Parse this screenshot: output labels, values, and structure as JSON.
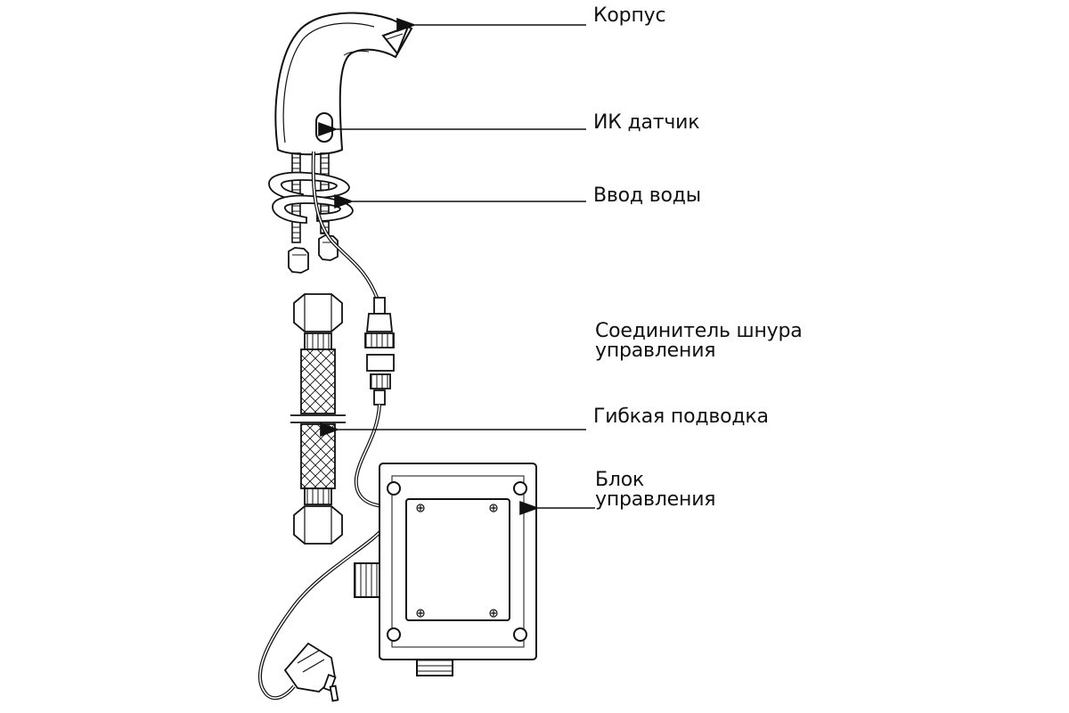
{
  "labels": {
    "body": "Корпус",
    "ir_sensor": "ИК датчик",
    "water_inlet": "Ввод воды",
    "cord_connector_line1": "Соединитель шнура",
    "cord_connector_line2": "управления",
    "flexible_hose": "Гибкая подводка",
    "control_unit_line1": "Блок",
    "control_unit_line2": "управления"
  },
  "colors": {
    "line": "#111111",
    "background": "#ffffff"
  }
}
